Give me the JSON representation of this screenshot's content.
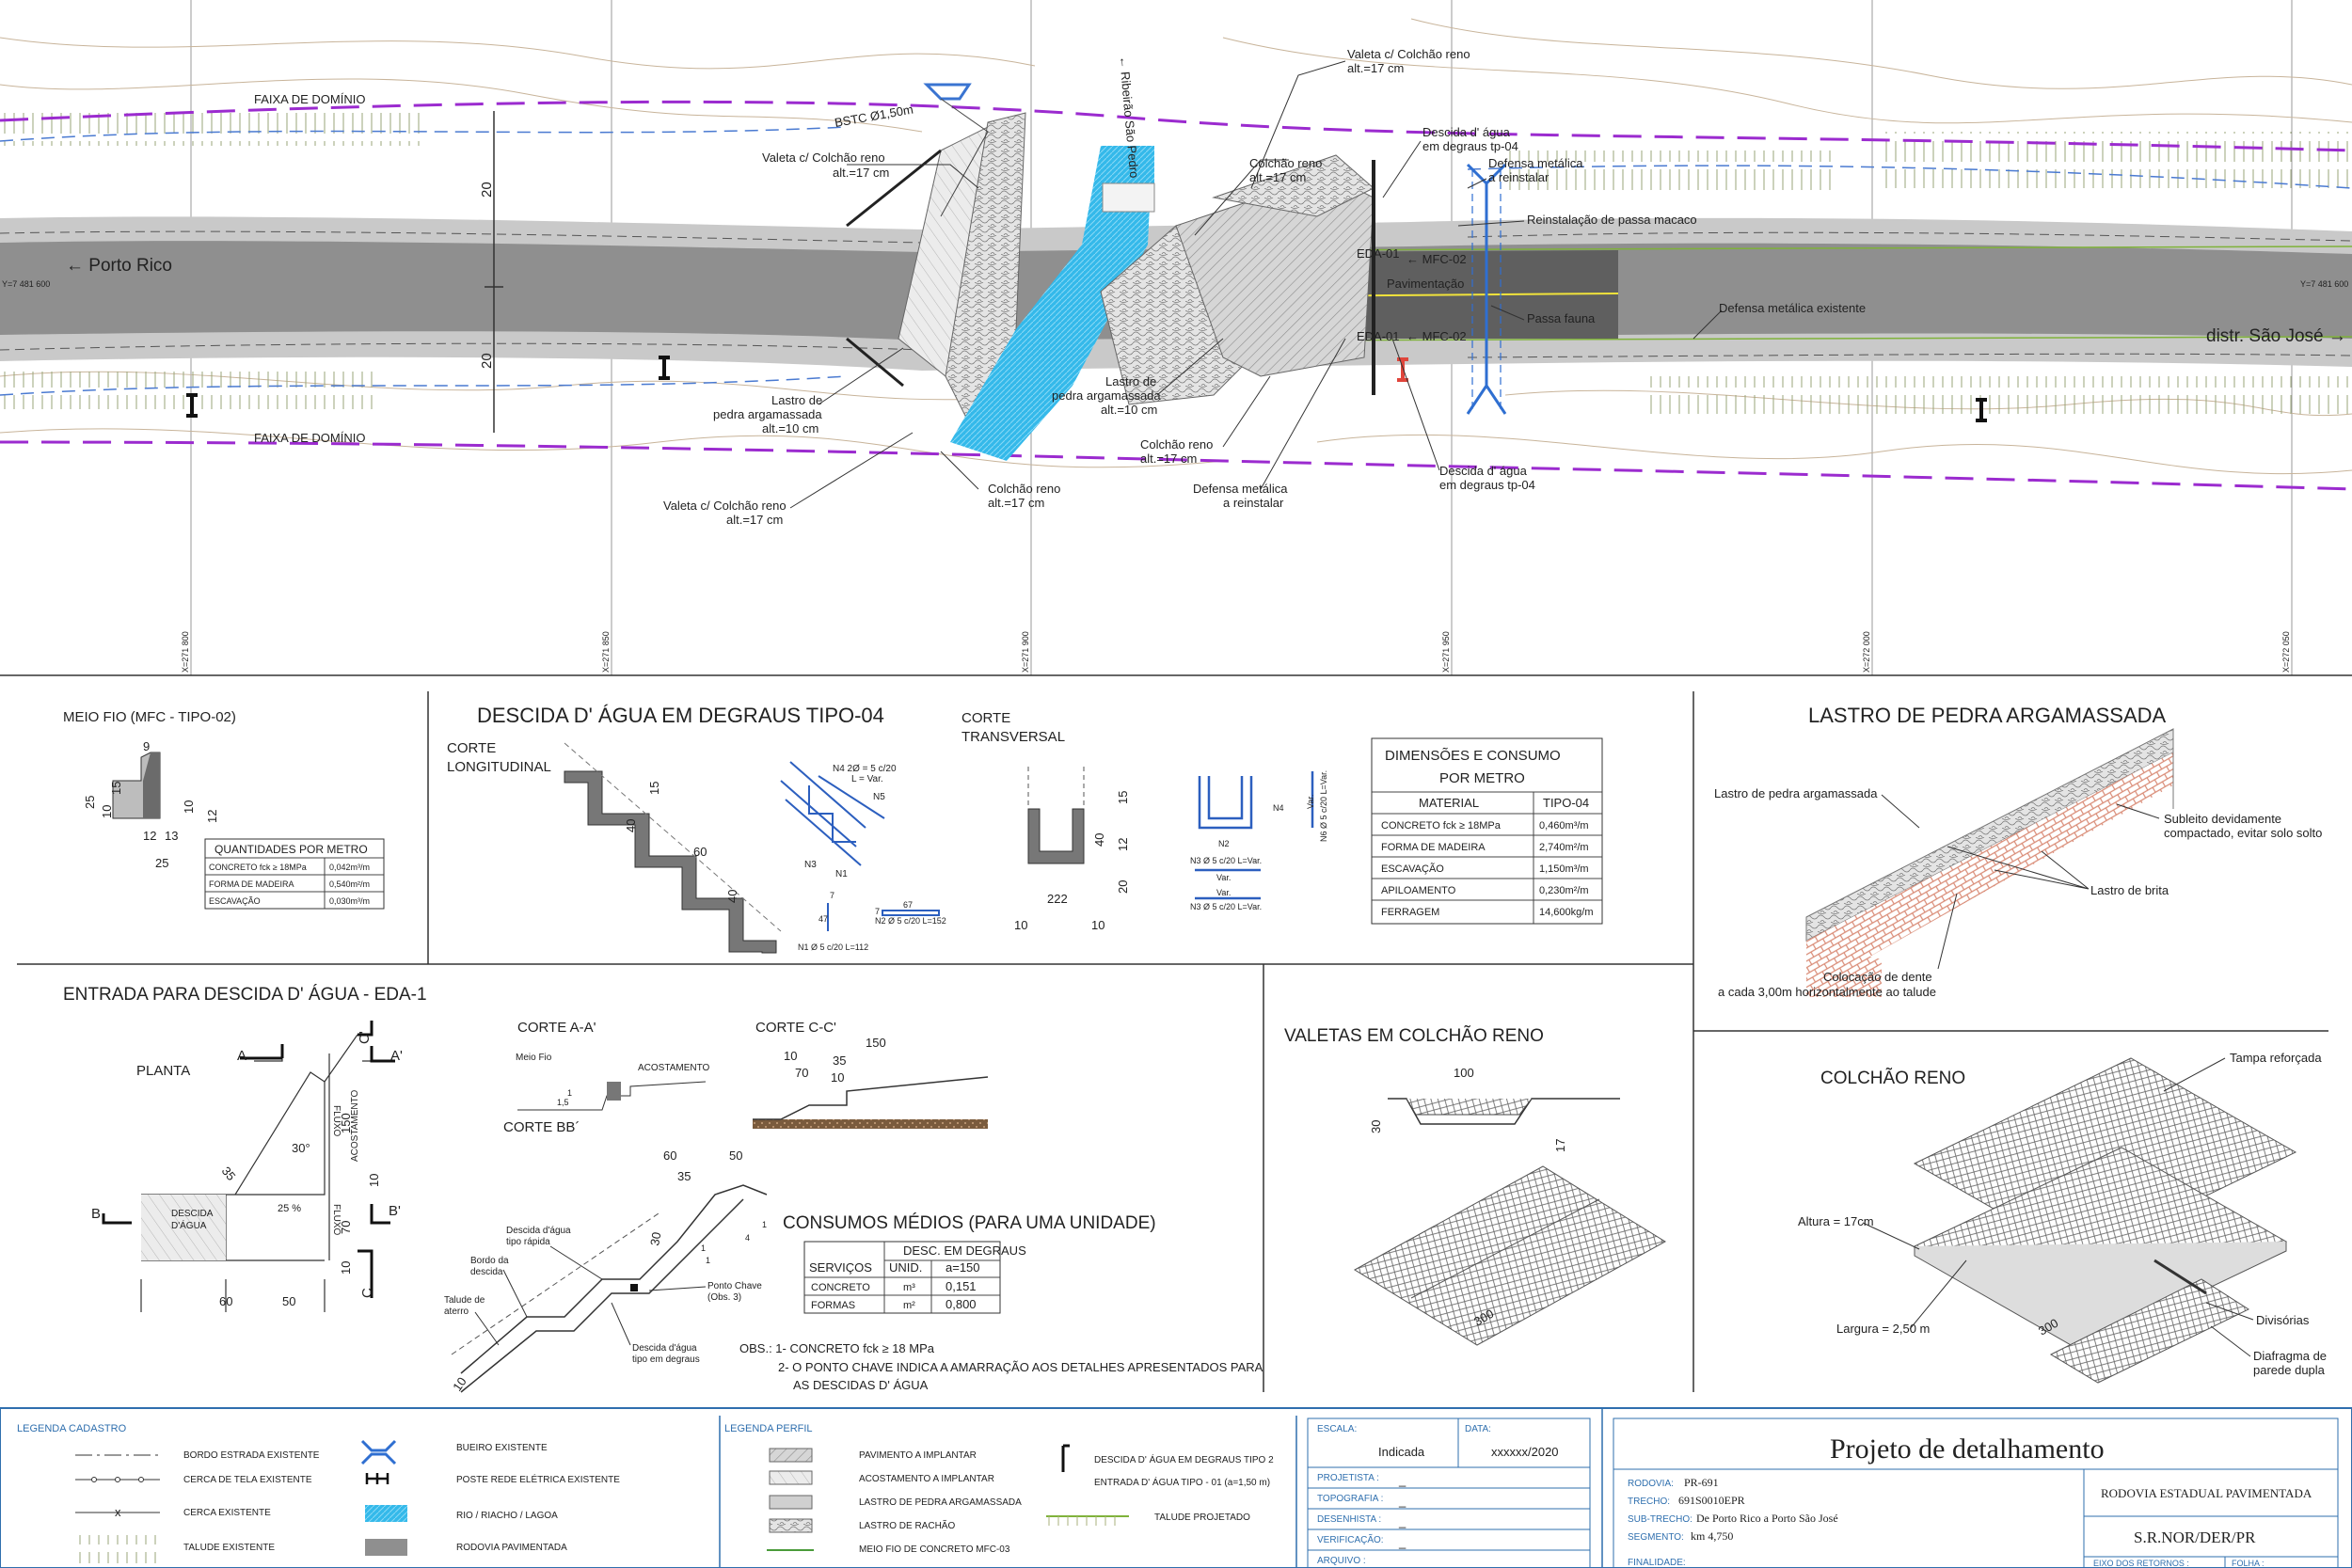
{
  "plan": {
    "faixa_top": "FAIXA DE DOMÍNIO",
    "faixa_bottom": "FAIXA DE DOMÍNIO",
    "porto_rico": "← Porto Rico",
    "sao_jose": "distr. São José →",
    "ribeirao": "← Ribeirão São Pedro",
    "bstc": "BSTC Ø1,50m",
    "coord_y_left": "Y=7 481 600",
    "coord_y_right": "Y=7 481 600",
    "dim_20_top": "20",
    "dim_20_bottom": "20",
    "x_coords": [
      "X=271 800",
      "X=271 850",
      "X=271 900",
      "X=271 950",
      "X=272 000",
      "X=272 050"
    ],
    "labels": {
      "valeta_top_left": [
        "Valeta c/ Colchão reno",
        "alt.=17 cm"
      ],
      "valeta_top_right": [
        "Valeta c/ Colchão reno",
        "alt.=17 cm"
      ],
      "colchao_top": [
        "Colchão reno",
        "alt.=17 cm"
      ],
      "descida_top": [
        "Descida d' água",
        "em degraus tp-04"
      ],
      "defensa_reinstalar_top": [
        "Defensa metálica",
        "a reinstalar"
      ],
      "passa_macaco": "Reinstalação de passa macaco",
      "eda_top": "EDA-01",
      "mfc_top": "← MFC-02",
      "pavimentacao": "Pavimentação",
      "eda_bottom": "EDA-01",
      "mfc_bottom": "← MFC-02",
      "passa_fauna": "Passa fauna",
      "defensa_existente": "Defensa metálica existente",
      "lastro_left": [
        "Lastro de",
        "pedra argamassada",
        "alt.=10 cm"
      ],
      "lastro_right": [
        "Lastro de",
        "pedra argamassada",
        "alt.=10 cm"
      ],
      "colchao_mid": [
        "Colchão reno",
        "alt.=17 cm"
      ],
      "valeta_bottom": [
        "Valeta c/ Colchão reno",
        "alt.=17 cm"
      ],
      "colchao_bottom": [
        "Colchão reno",
        "alt.=17 cm"
      ],
      "defensa_reinstalar_bottom": [
        "Defensa metálica",
        "a reinstalar"
      ],
      "descida_bottom": [
        "Descida d' água",
        "em degraus tp-04"
      ]
    }
  },
  "meio_fio": {
    "title": "MEIO FIO (MFC - TIPO-02)",
    "dims": [
      "9",
      "25",
      "15",
      "10",
      "12",
      "13",
      "10",
      "12",
      "25"
    ],
    "table_title": "QUANTIDADES POR METRO",
    "rows": [
      {
        "item": "CONCRETO fck ≥ 18MPa",
        "value": "0,042m³/m"
      },
      {
        "item": "FORMA DE MADEIRA",
        "value": "0,540m²/m"
      },
      {
        "item": "ESCAVAÇÃO",
        "value": "0,030m³/m"
      }
    ]
  },
  "descida": {
    "title": "DESCIDA D' ÁGUA EM DEGRAUS TIPO-04",
    "corte_long": [
      "CORTE",
      "LONGITUDINAL"
    ],
    "corte_trans": [
      "CORTE",
      "TRANSVERSAL"
    ],
    "dims_long": [
      "15",
      "40",
      "60",
      "40"
    ],
    "dims_trans": [
      "15",
      "40",
      "12",
      "20",
      "222",
      "10",
      "10"
    ],
    "rebar": {
      "n4": "N4 2Ø = 5 c/20",
      "n4b": "L = Var.",
      "n5": "N5",
      "n3": "N3",
      "n1": "N1",
      "d7a": "7",
      "d47": "47",
      "d7b": "7",
      "d67": "67",
      "n2": "N2 Ø 5 c/20 L=152",
      "n1l": "N1 Ø 5 c/20 L=112",
      "n4t": "N4",
      "n2t": "N2",
      "n3t": "N3 Ø 5 c/20 L=Var.",
      "var1": "Var.",
      "var2": "Var.",
      "n3t2": "N3 Ø 5 c/20 L=Var.",
      "n6": "N6 Ø 5 c/20 L=Var.",
      "var3": "Var."
    },
    "dim_title": [
      "DIMENSÕES E CONSUMO",
      "POR METRO"
    ],
    "dim_head": [
      "MATERIAL",
      "TIPO-04"
    ],
    "dim_rows": [
      {
        "item": "CONCRETO fck ≥ 18MPa",
        "value": "0,460m³/m"
      },
      {
        "item": "FORMA DE MADEIRA",
        "value": "2,740m²/m"
      },
      {
        "item": "ESCAVAÇÃO",
        "value": "1,150m³/m"
      },
      {
        "item": "APILOAMENTO",
        "value": "0,230m²/m"
      },
      {
        "item": "FERRAGEM",
        "value": "14,600kg/m"
      }
    ]
  },
  "lastro": {
    "title": "LASTRO DE PEDRA ARGAMASSADA",
    "l1": "Lastro de pedra argamassada",
    "l2": [
      "Subleito devidamente",
      "compactado, evitar solo solto"
    ],
    "l3": "Lastro de brita",
    "l4": [
      "Colocação de dente",
      "a cada 3,00m horizontalmente ao talude"
    ]
  },
  "eda": {
    "title": "ENTRADA PARA DESCIDA D' ÁGUA  - EDA-1",
    "planta": "PLANTA",
    "a": "A",
    "a2": "A'",
    "b": "B",
    "b2": "B'",
    "c": "C",
    "c2": "C'",
    "fluxo1": "FLUXO",
    "fluxo2": "FLUXO",
    "acost": "ACOSTAMENTO",
    "d30": "30°",
    "d35": "35",
    "d150": "150",
    "d10a": "10",
    "d70": "70",
    "d10b": "10",
    "d60": "60",
    "d50": "50",
    "pct": "25 %",
    "desc": [
      "DESCIDA",
      "D'ÁGUA"
    ],
    "corte_aa": "CORTE A-A'",
    "meio_fio": "Meio Fio",
    "acostamento": "ACOSTAMENTO",
    "r1": "1",
    "r15": "1,5",
    "corte_cc": "CORTE C-C'",
    "cc150": "150",
    "cc10": "10",
    "cc70": "70",
    "cc35": "35",
    "cc10b": "10",
    "corte_bb": "CORTE BB´",
    "bb60": "60",
    "bb50": "50",
    "bb35": "35",
    "bb30": "30",
    "bb10": "10",
    "bb1": "1",
    "bb1b": "1",
    "bb4": "4",
    "bb1c": "1",
    "bb_l1": [
      "Descida d'água",
      "tipo rápida"
    ],
    "bb_l2": [
      "Bordo da",
      "descida"
    ],
    "bb_l3": [
      "Talude de",
      "aterro"
    ],
    "bb_l4": [
      "Ponto Chave",
      "(Obs. 3)"
    ],
    "bb_l5": [
      "Descida d'água",
      "tipo em degraus"
    ],
    "cons_title": "CONSUMOS MÉDIOS (PARA UMA UNIDADE)",
    "cons_head1": "DESC. EM DEGRAUS",
    "cons_head": [
      "SERVIÇOS",
      "UNID.",
      "a=150"
    ],
    "cons_rows": [
      {
        "s": "CONCRETO",
        "u": "m³",
        "v": "0,151"
      },
      {
        "s": "FORMAS",
        "u": "m²",
        "v": "0,800"
      }
    ],
    "obs1": "OBS.:  1- CONCRETO fck ≥ 18 MPa",
    "obs2": "2- O PONTO CHAVE INDICA A AMARRAÇÃO AOS DETALHES APRESENTADOS PARA",
    "obs3": "AS DESCIDAS D' ÁGUA"
  },
  "valetas": {
    "title": "VALETAS EM COLCHÃO RENO",
    "d100": "100",
    "d30": "30",
    "d17": "17",
    "d300": "300"
  },
  "colchao": {
    "title": "COLCHÃO RENO",
    "tampa": "Tampa reforçada",
    "altura": "Altura = 17cm",
    "largura": "Largura  = 2,50 m",
    "d300": "300",
    "divisorias": "Divisórias",
    "diafragma": [
      "Diafragma de",
      "parede dupla"
    ]
  },
  "legend_cadastro": {
    "title": "LEGENDA CADASTRO",
    "items": [
      "BORDO ESTRADA EXISTENTE",
      "CERCA DE TELA EXISTENTE",
      "CERCA EXISTENTE",
      "TALUDE EXISTENTE",
      "BUEIRO EXISTENTE",
      "POSTE REDE ELÉTRICA EXISTENTE",
      "RIO / RIACHO / LAGOA",
      "RODOVIA PAVIMENTADA"
    ]
  },
  "legend_perfil": {
    "title": "LEGENDA PERFIL",
    "items": [
      "PAVIMENTO A IMPLANTAR",
      "ACOSTAMENTO A IMPLANTAR",
      "LASTRO DE PEDRA ARGAMASSADA",
      "LASTRO DE RACHÃO",
      "MEIO FIO DE CONCRETO MFC-03",
      "DESCIDA D' ÁGUA EM DEGRAUS TIPO 2",
      "ENTRADA D' ÁGUA TIPO - 01 (a=1,50 m)",
      "TALUDE PROJETADO"
    ]
  },
  "info": {
    "escala_label": "ESCALA:",
    "escala": "Indicada",
    "data_label": "DATA:",
    "data": "xxxxxx/2020",
    "projetista": "PROJETISTA :",
    "projetista_v": "_",
    "topografia": "TOPOGRAFIA :",
    "topografia_v": "_",
    "desenhista": "DESENHISTA :",
    "desenhista_v": "_",
    "verificacao": "VERIFICAÇÃO:",
    "verificacao_v": "_",
    "arquivo": "ARQUIVO :"
  },
  "title_block": {
    "title": "Projeto  de detalhamento",
    "rodovia_label": "RODOVIA:",
    "rodovia": "PR-691",
    "trecho_label": "TRECHO:",
    "trecho": "691S0010EPR",
    "subtrecho_label": "SUB-TRECHO:",
    "subtrecho": "De Porto Rico a Porto São José",
    "segmento_label": "SEGMENTO:",
    "segmento": "km 4,750",
    "finalidade_label": "FINALIDADE:",
    "rodovia_est": "RODOVIA ESTADUAL PAVIMENTADA",
    "org": "S.R.NOR/DER/PR",
    "eixo": "EIXO DOS RETORNOS :",
    "folha": "FOLHA :"
  }
}
